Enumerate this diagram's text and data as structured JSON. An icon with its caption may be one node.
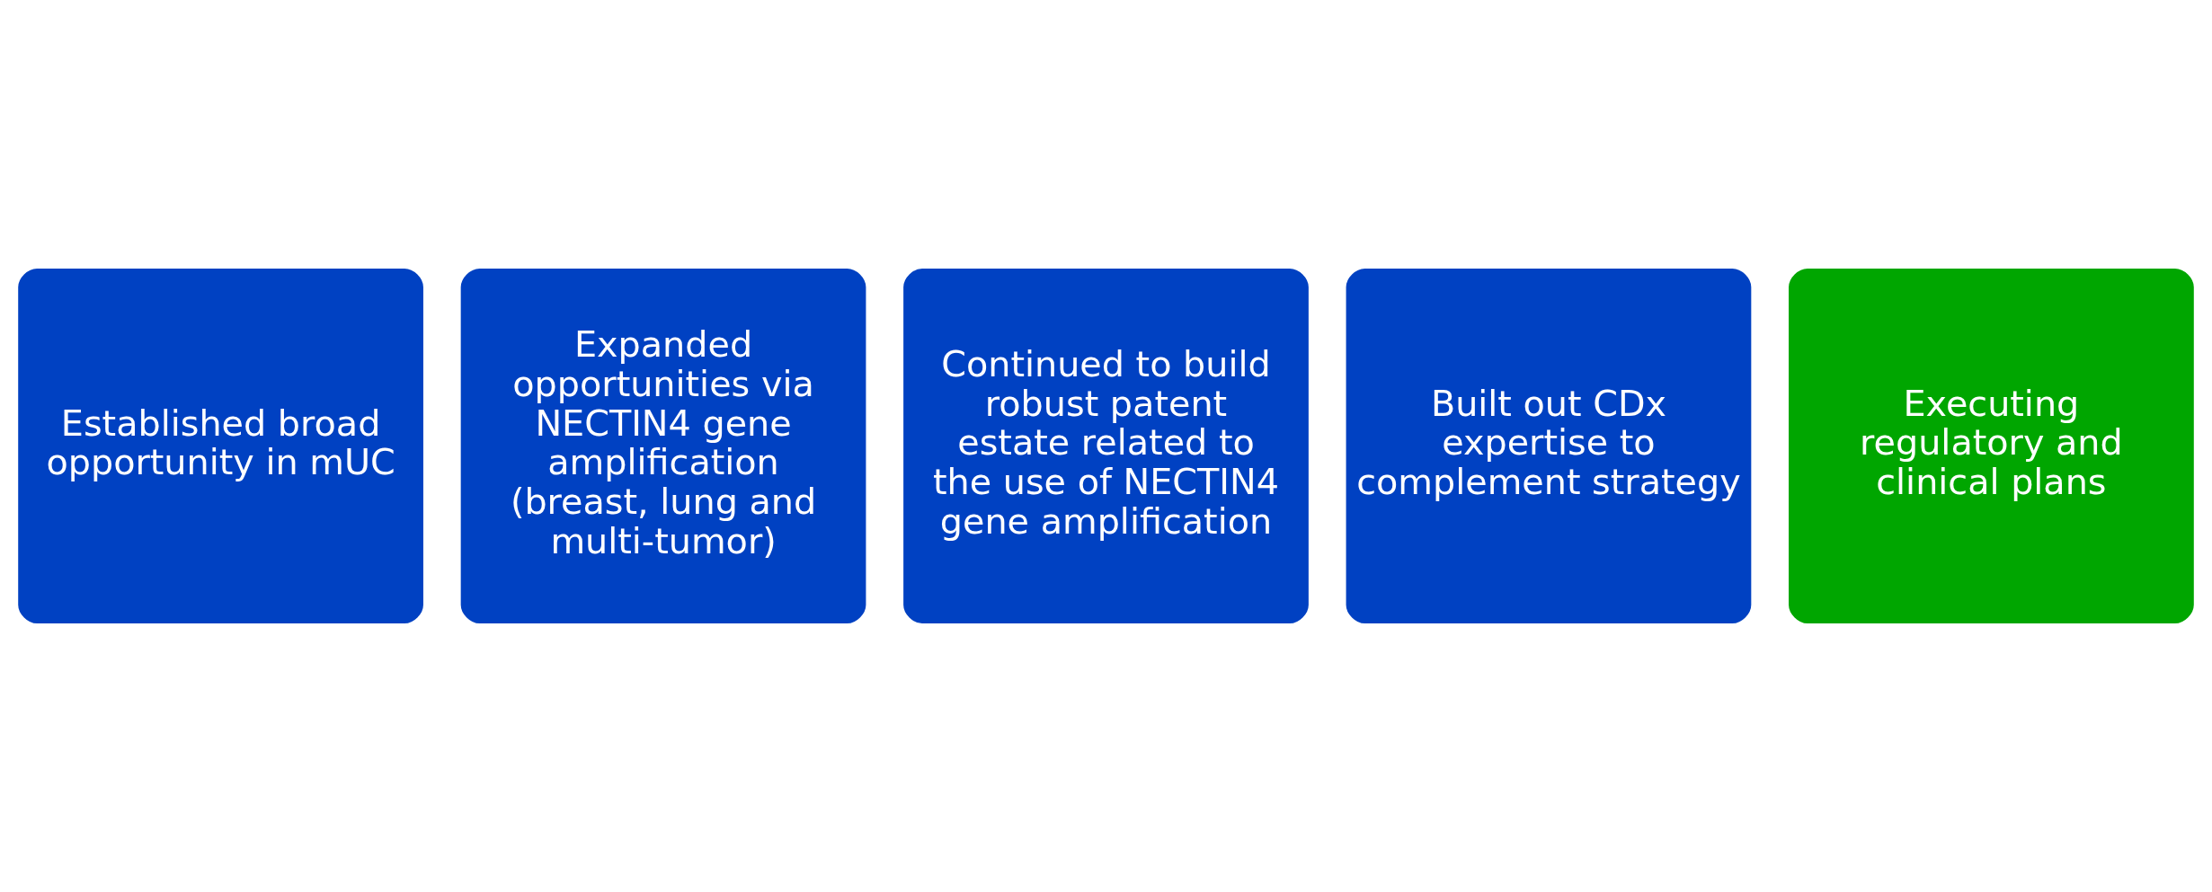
{
  "diagram": {
    "nodes": [
      {
        "text": [
          "Established broad opportunity in mUC"
        ]
      },
      {
        "text": [
          "Expanded opportunities via NECTIN4 gene amplification (breast, lung and multi-tumor)"
        ]
      },
      {
        "text": [
          "Continued to build robust patent estate related to the use of NECTIN4 gene amplification"
        ]
      },
      {
        "text": [
          "Built out CDx expertise to complement strategy"
        ]
      },
      {
        "text": [
          "Executing regulatory and clinical plans"
        ]
      }
    ]
  }
}
